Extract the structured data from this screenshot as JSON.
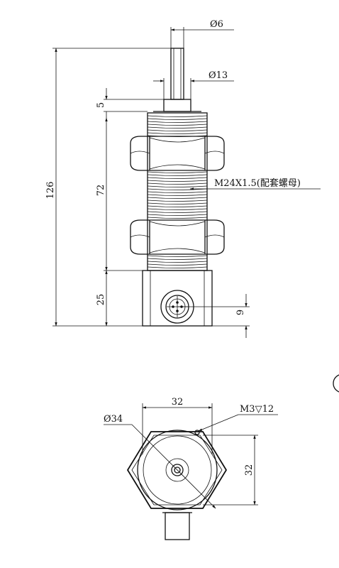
{
  "front_view": {
    "dim_stem_dia": "Ø6",
    "dim_shaft_dia": "Ø13",
    "dim_top_collar": "5",
    "dim_total_length": "126",
    "dim_thread_length": "72",
    "dim_base_height": "25",
    "dim_connector_offset": "9",
    "thread_callout": "M24X1.5(配套螺母)"
  },
  "bottom_view": {
    "dim_width": "32",
    "dim_height": "32",
    "dim_diameter": "Ø34",
    "hole_callout": "M3▽12"
  }
}
